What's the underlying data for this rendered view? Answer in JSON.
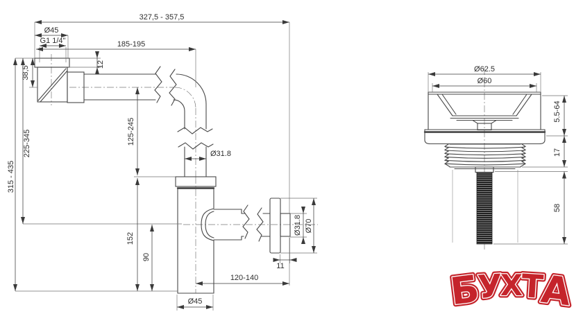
{
  "drawing": {
    "line_color": "#474747",
    "dim_color": "#3a3a3a",
    "left_view": {
      "dims": {
        "overall_width": "327,5 - 357,5",
        "inlet_nut_dia": "Ø45",
        "inlet_thread": "G1 1/4\"",
        "horizontal_reach": "185-195",
        "inlet_height": "38,5",
        "nut_height": "12",
        "overall_height": "315 - 435",
        "height_to_outlet": "225-345",
        "vertical_adjust": "125-245",
        "pipe_dia": "Ø31.8",
        "body_height": "152",
        "outlet_to_bottom": "90",
        "outlet_reach": "120-140",
        "body_dia": "Ø45",
        "outlet_end_length": "11",
        "outlet_pipe_dia": "Ø31.8",
        "wall_flange_dia": "Ø70"
      }
    },
    "right_view": {
      "dims": {
        "cap_dia": "Ø62.5",
        "strainer_dia": "Ø60",
        "mount_depth": "5.5-64",
        "thread_height": "17",
        "screw_length": "58"
      }
    }
  },
  "logo": {
    "text": "БУХТА",
    "letters": [
      "Б",
      "У",
      "Х",
      "Т",
      "А"
    ],
    "color": "#c5242b"
  }
}
